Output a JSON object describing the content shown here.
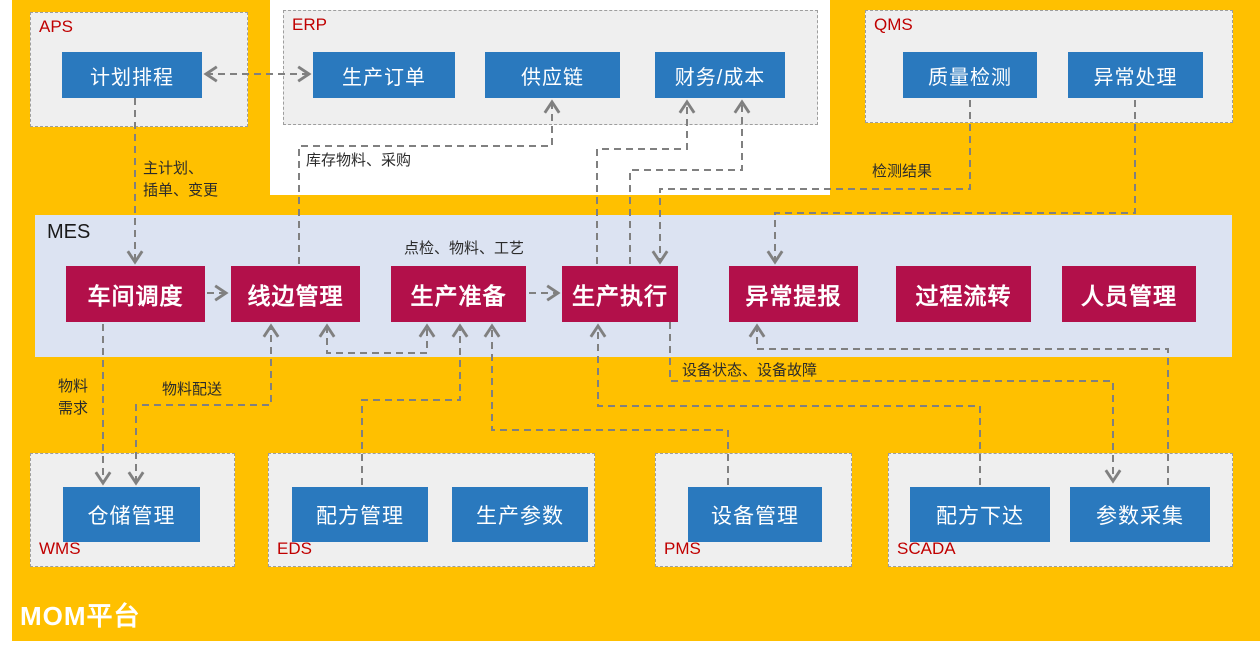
{
  "platform": {
    "title": "MOM平台"
  },
  "mes": {
    "label": "MES",
    "modules": [
      {
        "label": "车间调度"
      },
      {
        "label": "线边管理"
      },
      {
        "label": "生产准备"
      },
      {
        "label": "生产执行"
      },
      {
        "label": "异常提报"
      },
      {
        "label": "过程流转"
      },
      {
        "label": "人员管理"
      }
    ]
  },
  "systems": {
    "aps": {
      "label": "APS",
      "modules": [
        {
          "label": "计划排程"
        }
      ]
    },
    "erp": {
      "label": "ERP",
      "modules": [
        {
          "label": "生产订单"
        },
        {
          "label": "供应链"
        },
        {
          "label": "财务/成本"
        }
      ]
    },
    "qms": {
      "label": "QMS",
      "modules": [
        {
          "label": "质量检测"
        },
        {
          "label": "异常处理"
        }
      ]
    },
    "wms": {
      "label": "WMS",
      "modules": [
        {
          "label": "仓储管理"
        }
      ]
    },
    "eds": {
      "label": "EDS",
      "modules": [
        {
          "label": "配方管理"
        },
        {
          "label": "生产参数"
        }
      ]
    },
    "pms": {
      "label": "PMS",
      "modules": [
        {
          "label": "设备管理"
        }
      ]
    },
    "scada": {
      "label": "SCADA",
      "modules": [
        {
          "label": "配方下达"
        },
        {
          "label": "参数采集"
        }
      ]
    }
  },
  "connector_labels": {
    "master_plan": "主计划、\n插单、变更",
    "inventory_purchase": "库存物料、采购",
    "inspection_result": "检测结果",
    "spot_check": "点检、物料、工艺",
    "material_demand": "物料\n需求",
    "material_delivery": "物料配送",
    "device_status": "设备状态、设备故障"
  },
  "colors": {
    "platform_orange": "#FFC000",
    "module_blue": "#2A79BE",
    "mes_crimson": "#B2104A",
    "mes_band": "#DCE3F2",
    "system_label_red": "#C00000",
    "connector_gray": "#808080"
  }
}
